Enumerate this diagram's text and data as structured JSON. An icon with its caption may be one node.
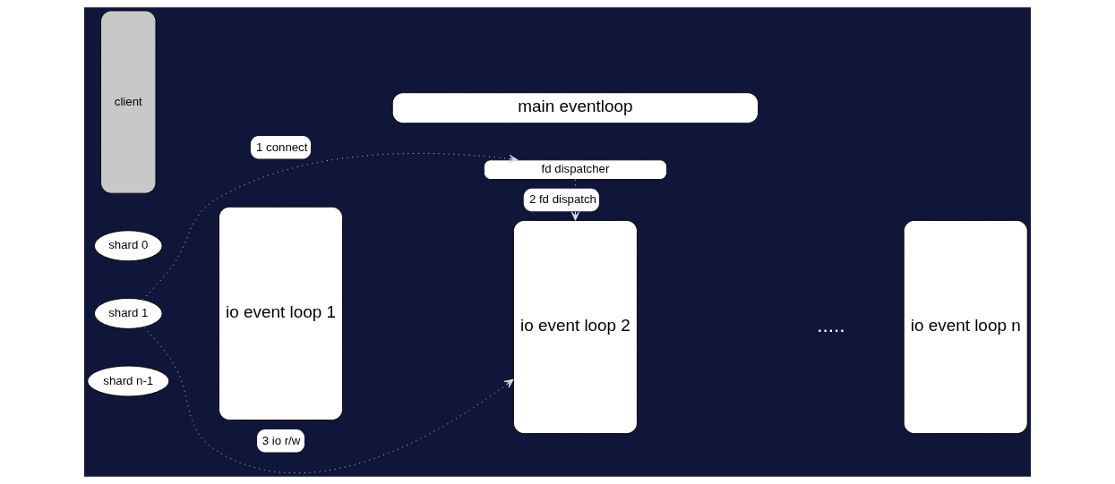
{
  "diagram": {
    "nodes": [
      {
        "text": [
          "main eventloop"
        ]
      },
      {
        "text": [
          "fd dispatcher"
        ]
      },
      {
        "text": [
          "client"
        ]
      },
      {
        "text": [
          "shard 0"
        ]
      },
      {
        "text": [
          "shard 1"
        ]
      },
      {
        "text": [
          "shard n-1"
        ]
      },
      {
        "text": [
          "io event loop 1"
        ]
      },
      {
        "text": [
          "io event loop 2"
        ]
      },
      {
        "text": [
          "io event loop n"
        ]
      }
    ],
    "edges": [
      {
        "from": 4,
        "to": 1,
        "arrow": "to",
        "label": "1 connect",
        "style": "dashed"
      },
      {
        "from": 1,
        "to": 7,
        "arrow": "to",
        "label": "2 fd dispatch",
        "style": "dashed"
      },
      {
        "from": 4,
        "to": 7,
        "arrow": "to",
        "label": "3 io r/w",
        "style": "dashed"
      }
    ],
    "labels": [
      "....."
    ]
  }
}
